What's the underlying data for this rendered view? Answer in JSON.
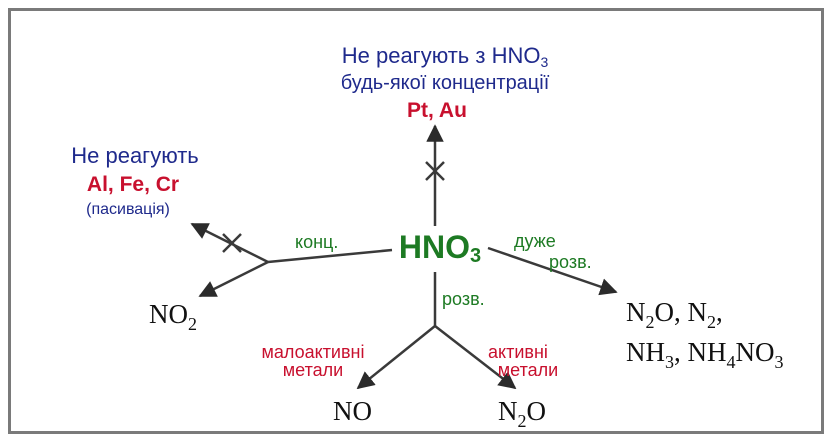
{
  "center": {
    "formula": "HNO",
    "sub": "3"
  },
  "top_branch": {
    "line1_text": "Не реагують з HNO",
    "line1_sub": "3",
    "line2": "будь-якої концентрації",
    "metals": "Pt, Au"
  },
  "left_branch": {
    "line1": "Не реагують",
    "metals": "Al, Fe, Cr",
    "note": "(пасивація)",
    "condition": "конц."
  },
  "no2": {
    "main": "NO",
    "sub": "2"
  },
  "right_branch": {
    "condition_line1": "дуже",
    "condition_line2": "розв.",
    "products_line1": [
      {
        "t": "N"
      },
      {
        "t": "2",
        "sub": true
      },
      {
        "t": "O, N"
      },
      {
        "t": "2",
        "sub": true
      },
      {
        "t": ","
      }
    ],
    "products_line2": [
      {
        "t": "NH"
      },
      {
        "t": "3",
        "sub": true
      },
      {
        "t": ", NH"
      },
      {
        "t": "4",
        "sub": true
      },
      {
        "t": "NO"
      },
      {
        "t": "3",
        "sub": true
      }
    ]
  },
  "bottom_branch": {
    "condition": "розв.",
    "left_label_line1": "малоактивні",
    "left_label_line2": "метали",
    "right_label_line1": "активні",
    "right_label_line2": "метали"
  },
  "no": {
    "main": "NO"
  },
  "n2o": {
    "n": "N",
    "sub": "2",
    "o": "O"
  },
  "colors": {
    "navy": "#1f2a8c",
    "red": "#c8102e",
    "green": "#1d7a23",
    "line": "#3a3a3a"
  }
}
